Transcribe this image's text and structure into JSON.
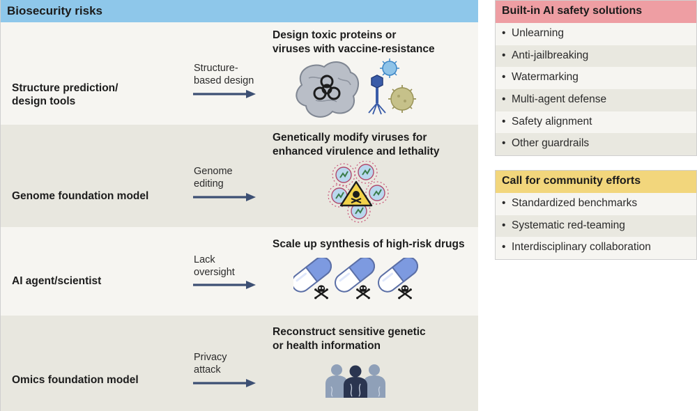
{
  "biosecurity": {
    "title": "Biosecurity risks",
    "rows": [
      {
        "model_line1": "Structure prediction/",
        "model_line2": "design tools",
        "method_line1": "Structure-",
        "method_line2": "based design",
        "threat_line1": "Design toxic proteins or",
        "threat_line2": "viruses with vaccine-resistance"
      },
      {
        "model_line1": "Genome foundation model",
        "method_line1": "Genome",
        "method_line2": "editing",
        "threat_line1": "Genetically modify viruses for",
        "threat_line2": "enhanced virulence and lethality"
      },
      {
        "model_line1": "AI agent/scientist",
        "method_line1": "Lack",
        "method_line2": "oversight",
        "threat_line1": "Scale up synthesis of high-risk drugs"
      },
      {
        "model_line1": "Omics foundation model",
        "method_line1": "Privacy",
        "method_line2": "attack",
        "threat_line1": "Reconstruct sensitive genetic",
        "threat_line2": "or health information"
      }
    ]
  },
  "safety": {
    "title": "Built-in AI safety solutions",
    "bullet": "•",
    "items": [
      "Unlearning",
      "Anti-jailbreaking",
      "Watermarking",
      "Multi-agent defense",
      "Safety alignment",
      "Other guardrails"
    ]
  },
  "community": {
    "title": "Call for community efforts",
    "bullet": "•",
    "items": [
      "Standardized benchmarks",
      "Systematic red-teaming",
      "Interdisciplinary collaboration"
    ]
  },
  "colors": {
    "risk_header": "#8ec7ea",
    "safety_header": "#ee9ea3",
    "community_header": "#f2d67c",
    "arrow": "#3c4f73",
    "row_light": "#f6f5f1",
    "row_dark": "#e8e7df"
  },
  "icons": [
    "biohazard-protein-icon",
    "bacteriophage-icon",
    "virus-icon",
    "warning-skull-icon",
    "pill-capsule-icon",
    "skull-crossbones-icon",
    "people-group-icon",
    "arrow-right-icon"
  ]
}
